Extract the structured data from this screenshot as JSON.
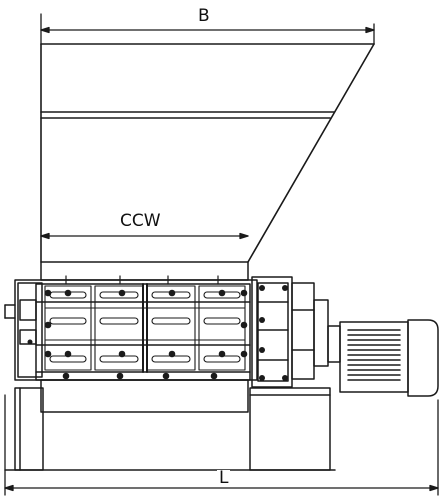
{
  "dimensions": {
    "hopper_width_label": "B",
    "rotor_label": "CCW",
    "overall_length_label": "L"
  },
  "colors": {
    "line": "#1a1a1a",
    "background": "#ffffff"
  }
}
